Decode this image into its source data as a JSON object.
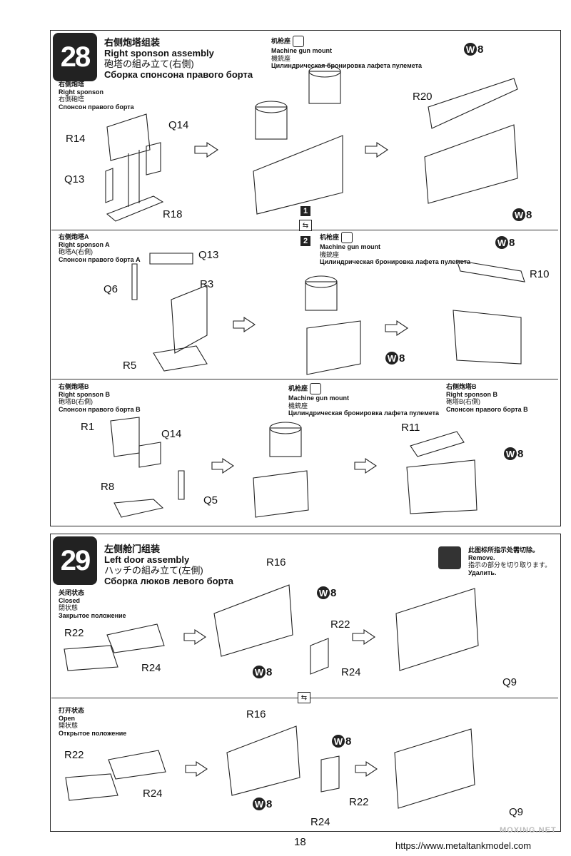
{
  "step28": {
    "number": "28",
    "title_zh": "右侧炮塔组装",
    "title_en": "Right sponson assembly",
    "title_ja": "砲塔の組み立て(右側)",
    "title_ru": "Сборка спонсона правого борта",
    "sub1": {
      "zh": "右侧炮塔",
      "en": "Right sponson",
      "ja": "右側砲塔",
      "ru": "Спонсон правого борта"
    },
    "sub2": {
      "zh": "右侧炮塔A",
      "en": "Right sponson A",
      "ja": "砲塔A(右側)",
      "ru": "Спонсон правого борта A"
    },
    "sub3": {
      "zh": "右侧炮塔B",
      "en": "Right sponson B",
      "ja": "砲塔B(右側)",
      "ru": "Спонсон правого борта B"
    },
    "sub3b": {
      "zh": "右侧炮塔B",
      "en": "Right sponson B",
      "ja": "砲塔B(右側)",
      "ru": "Спонсон правого борта B"
    },
    "mgm": {
      "zh": "机枪座",
      "en": "Machine gun mount",
      "ja": "機銃座",
      "ru": "Цилиндрическая бронировка лафета пулемета"
    },
    "step_box_1": "1",
    "step_box_2": "2",
    "parts_row1": {
      "r14": "R14",
      "q14": "Q14",
      "q13": "Q13",
      "r18": "R18",
      "r20": "R20"
    },
    "parts_row2": {
      "q13": "Q13",
      "q6": "Q6",
      "r3": "R3",
      "r5": "R5",
      "r10": "R10"
    },
    "parts_row3": {
      "r1": "R1",
      "q14": "Q14",
      "r8": "R8",
      "q5": "Q5",
      "r11": "R11"
    },
    "w8": "8"
  },
  "step29": {
    "number": "29",
    "title_zh": "左侧舱门组装",
    "title_en": "Left door assembly",
    "title_ja": "ハッチの組み立て(左側)",
    "title_ru": "Сборка люков левого борта",
    "remove": {
      "zh": "此图标所指示处需切除。",
      "en": "Remove.",
      "ja": "指示の部分を切り取ります。",
      "ru": "Удалить."
    },
    "closed": {
      "zh": "关闭状态",
      "en": "Closed",
      "ja": "閉状態",
      "ru": "Закрытое положение"
    },
    "open": {
      "zh": "打开状态",
      "en": "Open",
      "ja": "開状態",
      "ru": "Открытое положение"
    },
    "parts_closed": {
      "r22a": "R22",
      "r24a": "R24",
      "r16": "R16",
      "r22b": "R22",
      "r24b": "R24",
      "q9": "Q9"
    },
    "parts_open": {
      "r22a": "R22",
      "r24a": "R24",
      "r16": "R16",
      "r22b": "R22",
      "r24b": "R24",
      "q9": "Q9"
    },
    "w8": "8"
  },
  "footer": {
    "page_number": "18",
    "url": "https://www.metaltankmodel.com",
    "watermark": "MOXING.NET"
  }
}
